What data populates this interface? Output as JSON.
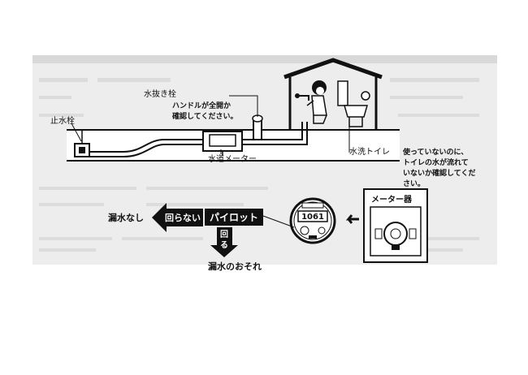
{
  "labels": {
    "shutoff_valve": "止水栓",
    "drain_valve": "水抜き栓",
    "drain_valve_note_1": "ハンドルが全開か",
    "drain_valve_note_2": "確認してください。",
    "water_meter": "水道メーター",
    "flush_toilet": "水洗トイレ",
    "toilet_note_1": "使っていないのに、",
    "toilet_note_2": "トイレの水が流れて",
    "toilet_note_3": "いないか確認してくだ",
    "toilet_note_4": "さい。",
    "meter_box": "メーター器",
    "pilot": "パイロット",
    "not_rotating": "回らない",
    "no_leak": "漏水なし",
    "rotating_1": "回",
    "rotating_2": "る",
    "leak_risk": "漏水のおそれ",
    "meter_digits": "1061"
  },
  "colors": {
    "ink": "#111111",
    "faded_background": "#e4e4e4",
    "paper": "#ffffff"
  }
}
